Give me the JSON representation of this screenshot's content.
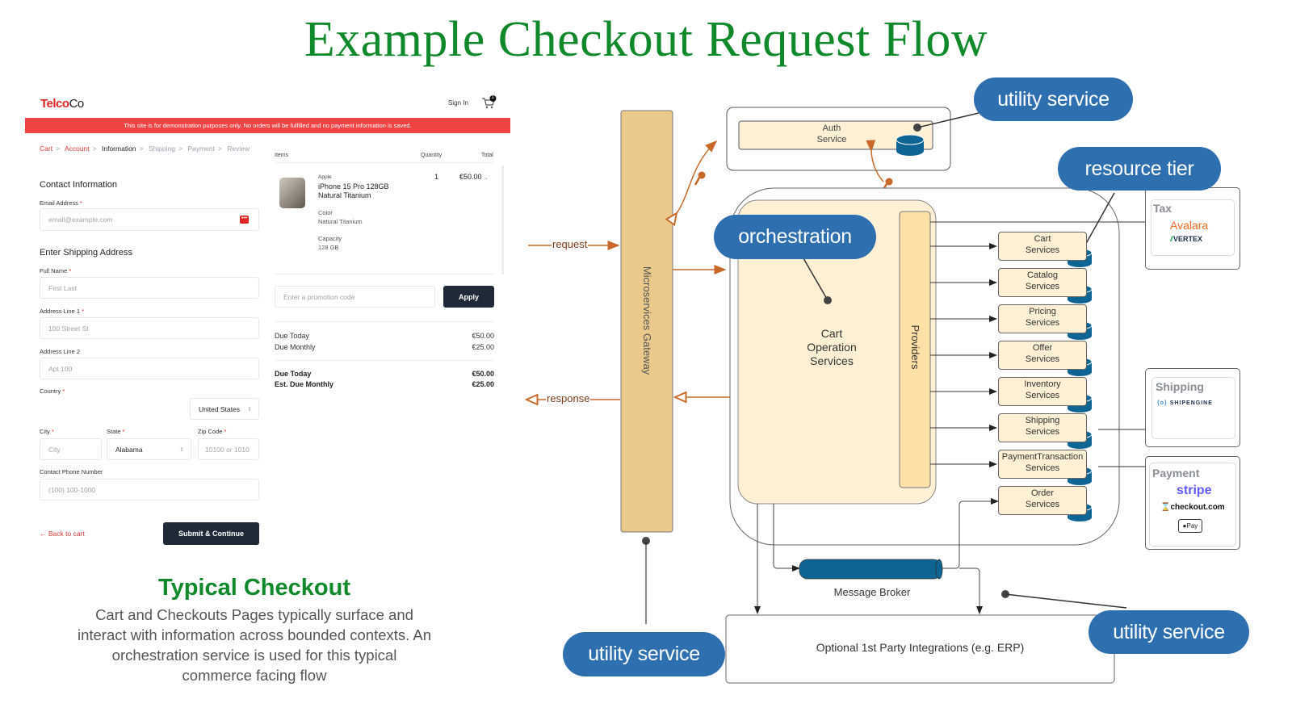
{
  "title": "Example Checkout Request Flow",
  "checkout": {
    "brand_a": "Telco",
    "brand_b": "Co",
    "sign_in": "Sign In",
    "cart_count": "1",
    "banner": "This site is for demonstration purposes only. No orders will be fulfilled and no payment information is saved.",
    "breadcrumb": [
      {
        "label": "Cart",
        "state": "done"
      },
      {
        "label": "Account",
        "state": "done"
      },
      {
        "label": "Information",
        "state": "current"
      },
      {
        "label": "Shipping",
        "state": "todo"
      },
      {
        "label": "Payment",
        "state": "todo"
      },
      {
        "label": "Review",
        "state": "todo"
      }
    ],
    "contact_heading": "Contact Information",
    "email_label": "Email Address",
    "email_placeholder": "email@example.com",
    "shipping_heading": "Enter Shipping Address",
    "fullname_label": "Full Name",
    "fullname_placeholder": "First Last",
    "addr1_label": "Address Line 1",
    "addr1_placeholder": "100 Street St",
    "addr2_label": "Address Line 2",
    "addr2_placeholder": "Apt 100",
    "country_label": "Country",
    "country_value": "United States",
    "city_label": "City",
    "city_placeholder": "City",
    "state_label": "State",
    "state_value": "Alabama",
    "zip_label": "Zip Code",
    "zip_placeholder": "10100 or 1010",
    "phone_label": "Contact Phone Number",
    "phone_placeholder": "(100) 100-1000",
    "back_link": "Back to cart",
    "submit": "Submit & Continue",
    "required_mark": "*",
    "order": {
      "col_items": "Items",
      "col_quantity": "Quantity",
      "col_total": "Total",
      "item_brand": "Apple",
      "item_name_1": "iPhone 15 Pro 128GB",
      "item_name_2": "Natural Titanium",
      "color_label": "Color",
      "color_value": "Natural Titanium",
      "capacity_label": "Capacity",
      "capacity_value": "128 GB",
      "quantity": "1",
      "price": "€50.00",
      "promo_placeholder": "Enter a promotion code",
      "apply": "Apply",
      "due_today_label": "Due Today",
      "due_today": "€50.00",
      "due_monthly_label": "Due Monthly",
      "due_monthly": "€25.00",
      "total_today_label": "Due Today",
      "total_today": "€50.00",
      "total_monthly_label": "Est. Due Monthly",
      "total_monthly": "€25.00"
    }
  },
  "caption": {
    "title": "Typical Checkout",
    "body": "Cart and Checkouts Pages typically surface and interact with information across bounded contexts. An orchestration service is used for this typical commerce facing flow"
  },
  "diagram": {
    "request_label": "request",
    "response_label": "response",
    "gateway_label": "Microservices Gateway",
    "auth_service": "Auth\nService",
    "orchestration_core": "Cart\nOperation\nServices",
    "providers_label": "Providers",
    "services": [
      "Cart\nServices",
      "Catalog\nServices",
      "Pricing\nServices",
      "Offer\nServices",
      "Inventory\nServices",
      "Shipping\nServices",
      "PaymentTransaction\nServices",
      "Order\nServices"
    ],
    "message_broker": "Message Broker",
    "integrations": "Optional 1st Party Integrations (e.g. ERP)",
    "callouts": {
      "utility_top": "utility service",
      "resource_tier": "resource tier",
      "orchestration": "orchestration",
      "utility_bottom_left": "utility service",
      "utility_bottom_right": "utility service"
    },
    "externals": {
      "tax": {
        "title": "Tax",
        "providers": [
          "Avalara",
          "VERTEX"
        ]
      },
      "shipping": {
        "title": "Shipping",
        "providers": [
          "SHIPENGINE"
        ]
      },
      "payment": {
        "title": "Payment",
        "providers": [
          "stripe",
          "checkout.com",
          "Pay"
        ]
      }
    },
    "colors": {
      "callout": "#2e6fb0",
      "gateway": "#ebc98b",
      "service_fill": "#fdf0d5",
      "database": "#0e6493",
      "flow_arrow": "#c8692a",
      "title_green": "#10892b"
    }
  }
}
